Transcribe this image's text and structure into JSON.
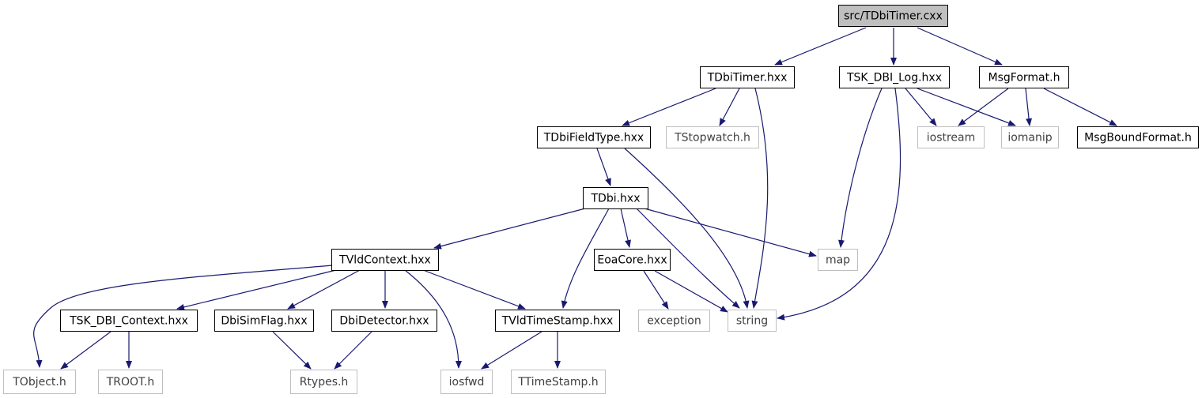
{
  "diagram": {
    "root": "src/TDbiTimer.cxx",
    "colors": {
      "edge": "#191970",
      "root_fill": "#bfbfbf",
      "node_border": "#000000",
      "external_border": "#bfbfbf",
      "external_text": "#404040",
      "text": "#000000"
    },
    "nodes": [
      {
        "id": "root",
        "label": "src/TDbiTimer.cxx",
        "kind": "root"
      },
      {
        "id": "tdbitimer_hxx",
        "label": "TDbiTimer.hxx",
        "kind": "documented"
      },
      {
        "id": "tsk_dbi_log",
        "label": "TSK_DBI_Log.hxx",
        "kind": "documented"
      },
      {
        "id": "msgformat",
        "label": "MsgFormat.h",
        "kind": "documented"
      },
      {
        "id": "tdbifieldtype",
        "label": "TDbiFieldType.hxx",
        "kind": "documented"
      },
      {
        "id": "tstopwatch",
        "label": "TStopwatch.h",
        "kind": "external"
      },
      {
        "id": "iostream",
        "label": "iostream",
        "kind": "external"
      },
      {
        "id": "iomanip",
        "label": "iomanip",
        "kind": "external"
      },
      {
        "id": "msgboundformat",
        "label": "MsgBoundFormat.h",
        "kind": "documented"
      },
      {
        "id": "tdbi",
        "label": "TDbi.hxx",
        "kind": "documented"
      },
      {
        "id": "tvldcontext",
        "label": "TVldContext.hxx",
        "kind": "documented"
      },
      {
        "id": "eoacore",
        "label": "EoaCore.hxx",
        "kind": "documented"
      },
      {
        "id": "map",
        "label": "map",
        "kind": "external"
      },
      {
        "id": "tsk_dbi_context",
        "label": "TSK_DBI_Context.hxx",
        "kind": "documented"
      },
      {
        "id": "dbisimflag",
        "label": "DbiSimFlag.hxx",
        "kind": "documented"
      },
      {
        "id": "dbidetector",
        "label": "DbiDetector.hxx",
        "kind": "documented"
      },
      {
        "id": "tvldtimestamp",
        "label": "TVldTimeStamp.hxx",
        "kind": "documented"
      },
      {
        "id": "exception",
        "label": "exception",
        "kind": "external"
      },
      {
        "id": "string",
        "label": "string",
        "kind": "external"
      },
      {
        "id": "tobject",
        "label": "TObject.h",
        "kind": "external"
      },
      {
        "id": "troot",
        "label": "TROOT.h",
        "kind": "external"
      },
      {
        "id": "rtypes",
        "label": "Rtypes.h",
        "kind": "external"
      },
      {
        "id": "iosfwd",
        "label": "iosfwd",
        "kind": "external"
      },
      {
        "id": "ttimestamp",
        "label": "TTimeStamp.h",
        "kind": "external"
      }
    ],
    "edges": [
      {
        "from": "root",
        "to": "tdbitimer_hxx"
      },
      {
        "from": "root",
        "to": "tsk_dbi_log"
      },
      {
        "from": "root",
        "to": "msgformat"
      },
      {
        "from": "tdbitimer_hxx",
        "to": "tdbifieldtype"
      },
      {
        "from": "tdbitimer_hxx",
        "to": "tstopwatch"
      },
      {
        "from": "tdbitimer_hxx",
        "to": "string"
      },
      {
        "from": "tsk_dbi_log",
        "to": "map"
      },
      {
        "from": "tsk_dbi_log",
        "to": "string"
      },
      {
        "from": "tsk_dbi_log",
        "to": "iostream"
      },
      {
        "from": "tsk_dbi_log",
        "to": "iomanip"
      },
      {
        "from": "msgformat",
        "to": "iostream"
      },
      {
        "from": "msgformat",
        "to": "iomanip"
      },
      {
        "from": "msgformat",
        "to": "msgboundformat"
      },
      {
        "from": "tdbifieldtype",
        "to": "tdbi"
      },
      {
        "from": "tdbifieldtype",
        "to": "string"
      },
      {
        "from": "tdbi",
        "to": "tvldcontext"
      },
      {
        "from": "tdbi",
        "to": "tvldtimestamp"
      },
      {
        "from": "tdbi",
        "to": "eoacore"
      },
      {
        "from": "tdbi",
        "to": "string"
      },
      {
        "from": "tdbi",
        "to": "map"
      },
      {
        "from": "tvldcontext",
        "to": "tobject"
      },
      {
        "from": "tvldcontext",
        "to": "tsk_dbi_context"
      },
      {
        "from": "tvldcontext",
        "to": "dbisimflag"
      },
      {
        "from": "tvldcontext",
        "to": "dbidetector"
      },
      {
        "from": "tvldcontext",
        "to": "iosfwd"
      },
      {
        "from": "tvldcontext",
        "to": "tvldtimestamp"
      },
      {
        "from": "eoacore",
        "to": "exception"
      },
      {
        "from": "eoacore",
        "to": "string"
      },
      {
        "from": "tsk_dbi_context",
        "to": "tobject"
      },
      {
        "from": "tsk_dbi_context",
        "to": "troot"
      },
      {
        "from": "dbisimflag",
        "to": "rtypes"
      },
      {
        "from": "dbidetector",
        "to": "rtypes"
      },
      {
        "from": "tvldtimestamp",
        "to": "iosfwd"
      },
      {
        "from": "tvldtimestamp",
        "to": "ttimestamp"
      }
    ]
  }
}
